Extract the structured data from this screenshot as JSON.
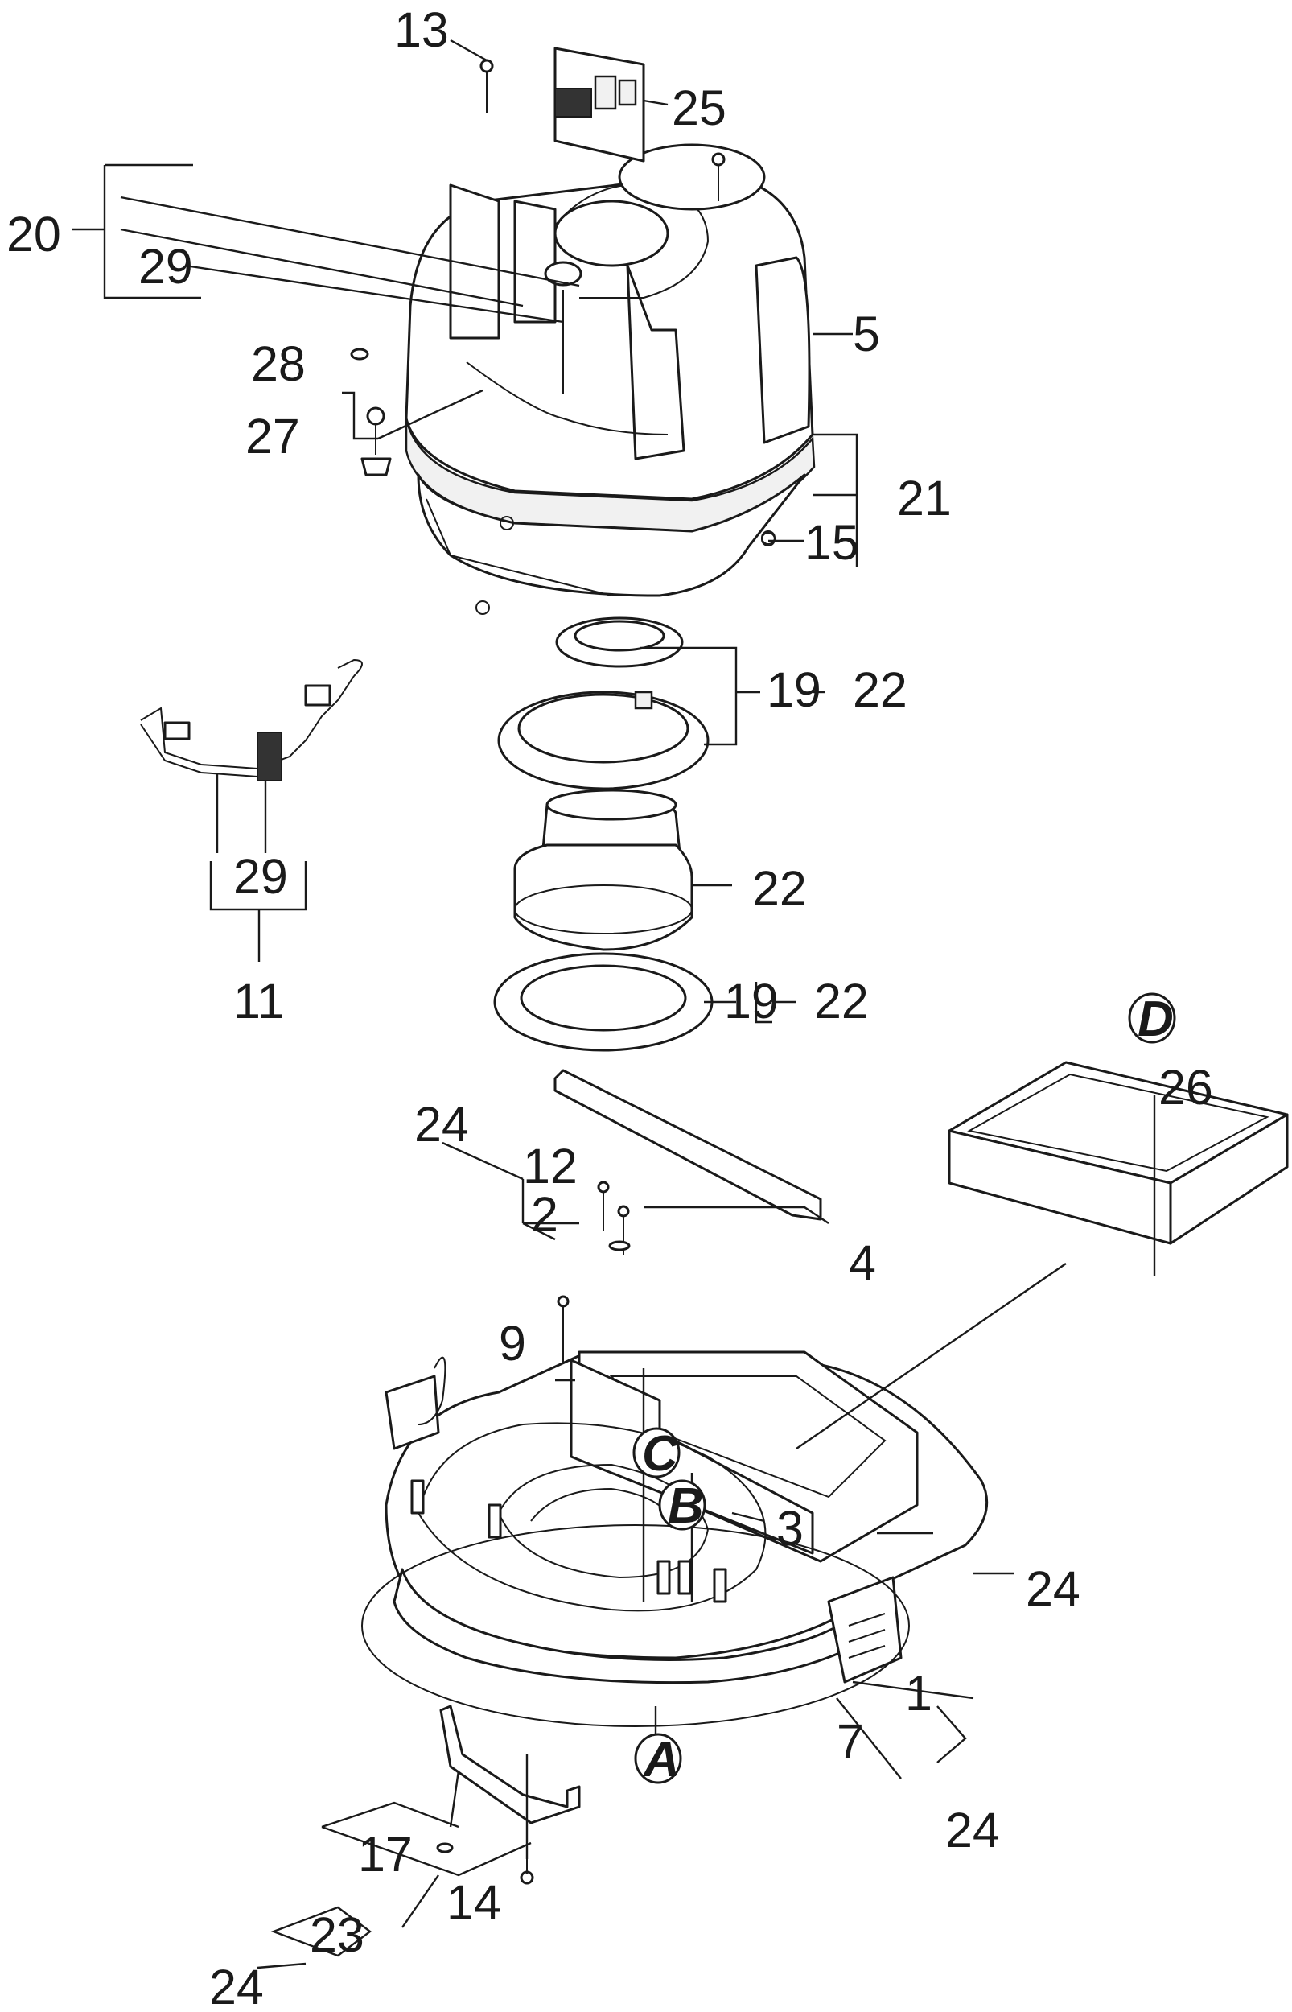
{
  "callouts": {
    "c13": "13",
    "c25": "25",
    "c20": "20",
    "c29a": "29",
    "c5": "5",
    "c28": "28",
    "c27": "27",
    "c21": "21",
    "c15": "15",
    "c19a": "19",
    "c22a": "22",
    "c29b": "29",
    "c11": "11",
    "c22b": "22",
    "c19b": "19",
    "c22c": "22",
    "c24a": "24",
    "c12": "12",
    "c2": "2",
    "c4": "4",
    "c26": "26",
    "c9": "9",
    "c3": "3",
    "c24b": "24",
    "c1": "1",
    "c7": "7",
    "c24c": "24",
    "c17": "17",
    "c14": "14",
    "c23": "23",
    "c24d": "24"
  },
  "markers": {
    "A": "A",
    "B": "B",
    "C": "C",
    "D": "D"
  }
}
